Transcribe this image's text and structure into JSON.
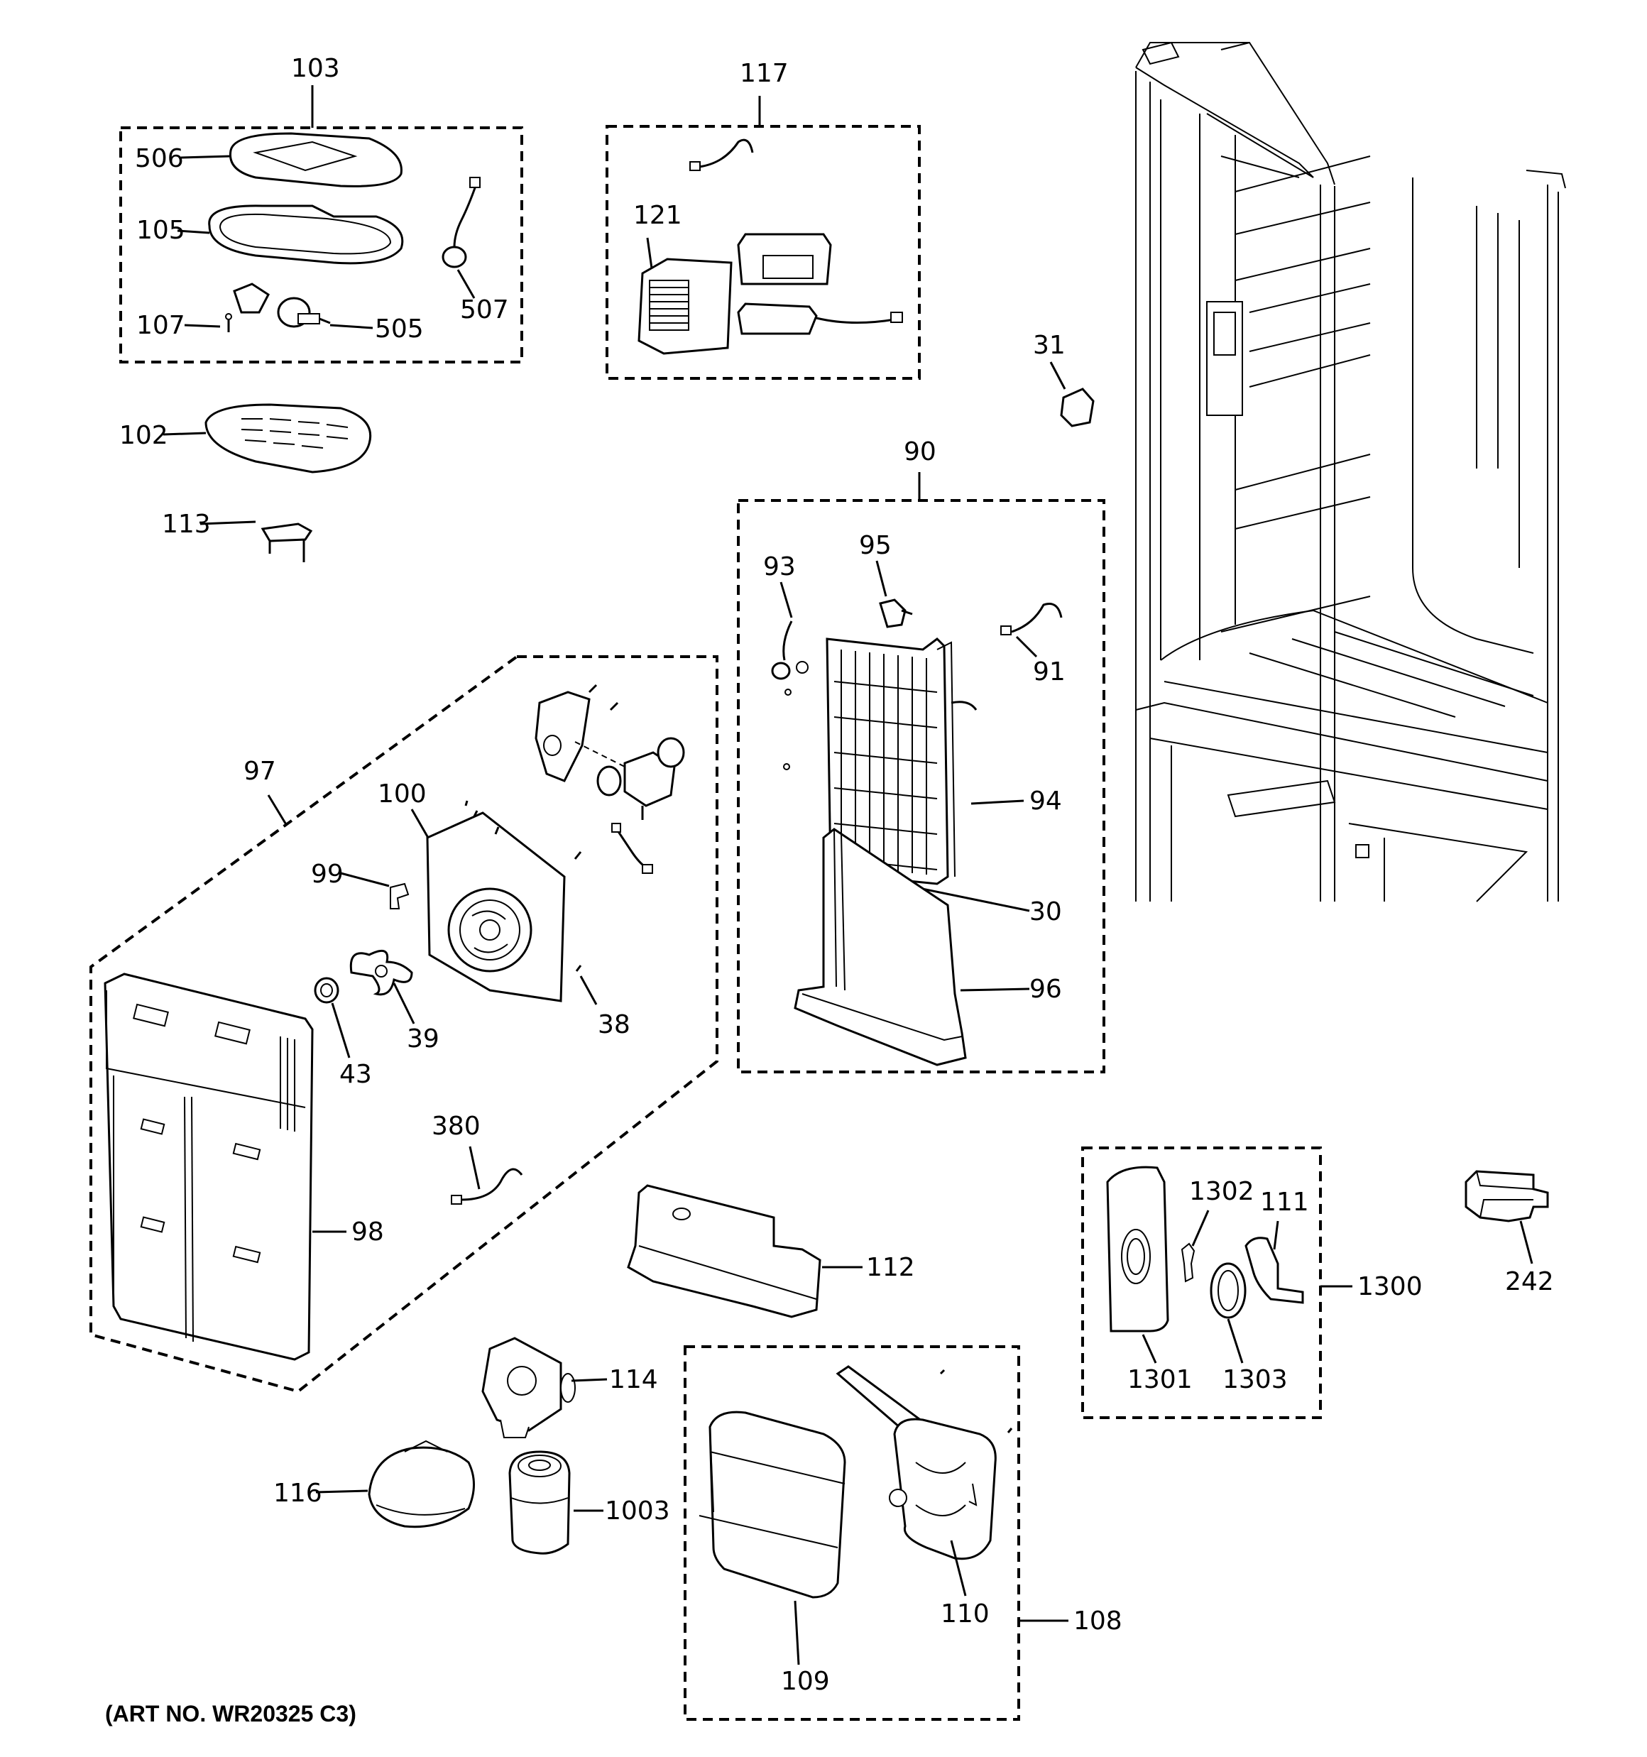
{
  "art_number": "(ART NO. WR20325 C3)",
  "labels": {
    "p103": "103",
    "p506": "506",
    "p105": "105",
    "p107": "107",
    "p505": "505",
    "p507": "507",
    "p102": "102",
    "p113": "113",
    "p117": "117",
    "p121": "121",
    "p31": "31",
    "p90": "90",
    "p93": "93",
    "p95": "95",
    "p91": "91",
    "p94": "94",
    "p30": "30",
    "p96": "96",
    "p97": "97",
    "p100": "100",
    "p99": "99",
    "p39": "39",
    "p38": "38",
    "p43": "43",
    "p98": "98",
    "p380": "380",
    "p112": "112",
    "p114": "114",
    "p116": "116",
    "p1003": "1003",
    "p108": "108",
    "p109": "109",
    "p110": "110",
    "p1300": "1300",
    "p1301": "1301",
    "p1302": "1302",
    "p1303": "1303",
    "p111": "111",
    "p242": "242"
  }
}
